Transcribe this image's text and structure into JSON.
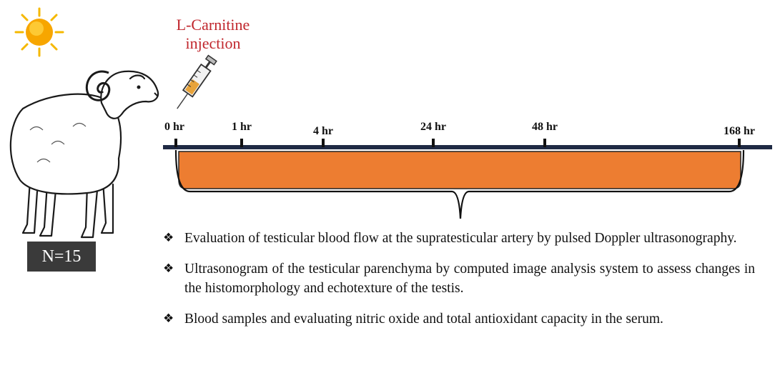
{
  "annotation": {
    "injection_line1": "L-Carnitine",
    "injection_line2": "injection",
    "sample_size": "N=15"
  },
  "timeline": {
    "ticks": [
      {
        "label": "0 hr",
        "hours": 0
      },
      {
        "label": "1 hr",
        "hours": 1
      },
      {
        "label": "4 hr",
        "hours": 4
      },
      {
        "label": "24 hr",
        "hours": 24
      },
      {
        "label": "48 hr",
        "hours": 48
      },
      {
        "label": "168 hr",
        "hours": 168
      }
    ]
  },
  "bullets": [
    {
      "text": "Evaluation of testicular blood flow at the supratesticular artery by pulsed Doppler ultrasonography."
    },
    {
      "text": "Ultrasonogram of the testicular parenchyma by computed image analysis system to assess changes in the histomorphology and echotexture of the testis."
    },
    {
      "text": "Blood samples and evaluating nitric oxide and total antioxidant capacity in the serum."
    }
  ],
  "colors": {
    "injection_text": "#c0272d",
    "bar_fill": "#ed7d31",
    "timeline_line": "#1f2a44",
    "sun": "#f5b800",
    "label_box": "#3a3a3a"
  },
  "icons": [
    "sun-icon",
    "ram-illustration",
    "syringe-icon",
    "bullet-diamond-icon"
  ]
}
